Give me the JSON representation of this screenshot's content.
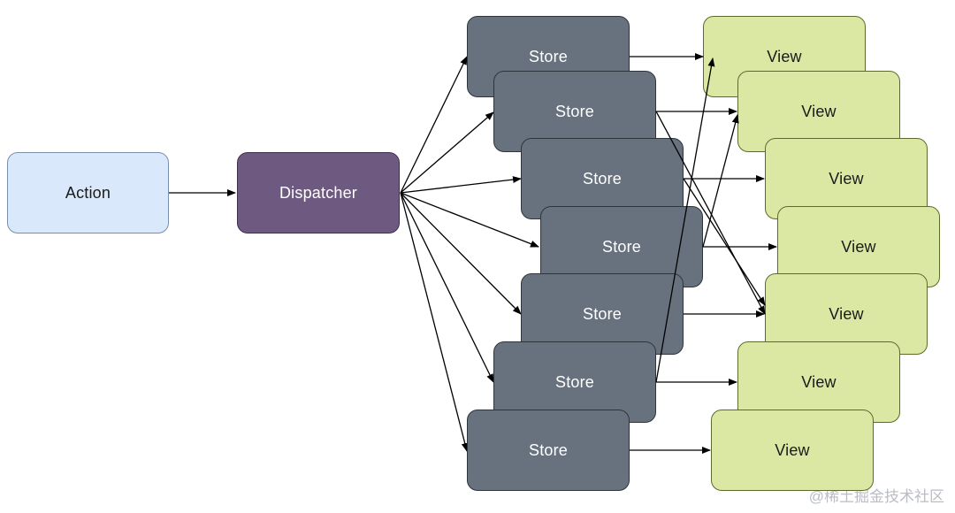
{
  "nodes": {
    "action": "Action",
    "dispatcher": "Dispatcher",
    "stores": [
      "Store",
      "Store",
      "Store",
      "Store",
      "Store",
      "Store",
      "Store"
    ],
    "views": [
      "View",
      "View",
      "View",
      "View",
      "View",
      "View",
      "View"
    ]
  },
  "watermark": "@稀土掘金技术社区",
  "colors": {
    "action_fill": "#dae8fc",
    "dispatcher_fill": "#6e5980",
    "store_fill": "#68727f",
    "view_fill": "#dbe8a4"
  }
}
